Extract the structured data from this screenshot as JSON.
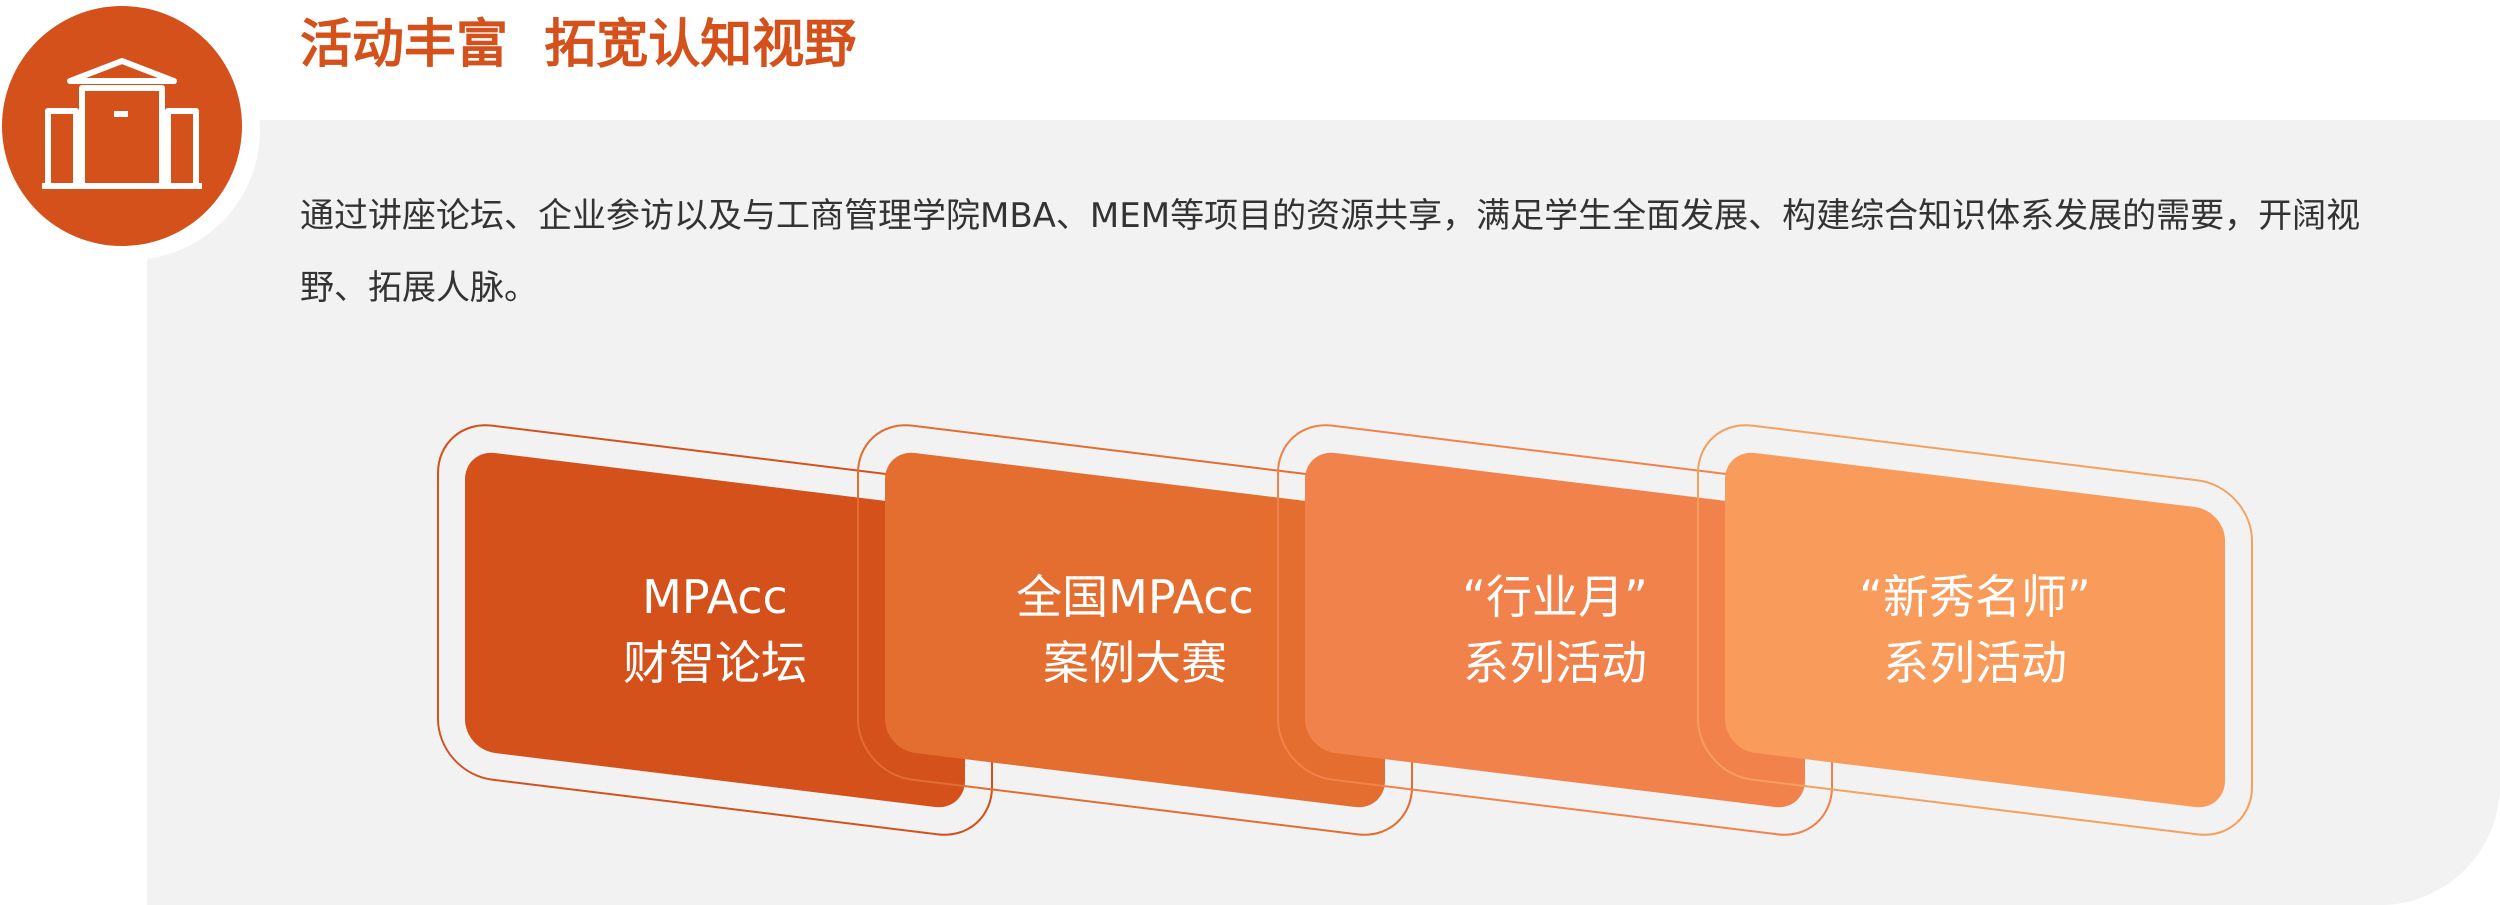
{
  "header": {
    "title": "活动丰富  拓宽认知视野",
    "icon": "building-icon"
  },
  "intro": {
    "text": "通过讲座论坛、企业参访以及与工商管理学院MBA、MEM等项目的资源共享，满足学生全面发展、构建综合知识体系发展的需要，开阔视野、拓展人脉。"
  },
  "cards": [
    {
      "line1": "MPAcc",
      "line2": "财智论坛",
      "color": "#d4511b",
      "outline": "#d4511b"
    },
    {
      "line1": "全国MPAcc",
      "line2": "案例大赛",
      "color": "#e36e30",
      "outline": "#e36e30"
    },
    {
      "line1": "“行业月”",
      "line2": "系列活动",
      "color": "#f2824b",
      "outline": "#f2824b"
    },
    {
      "line1": "“新秀名师”",
      "line2": "系列活动",
      "color": "#f99b5b",
      "outline": "#f5a05e"
    }
  ],
  "colors": {
    "accent": "#d4511b",
    "panel": "#f1f2f1",
    "text": "#333333"
  }
}
